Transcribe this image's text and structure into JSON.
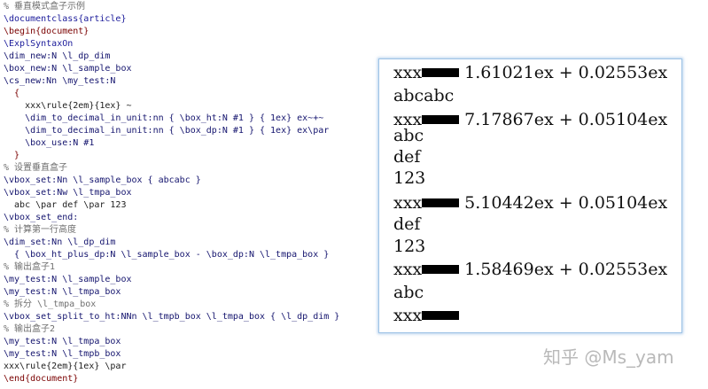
{
  "editor": {
    "lines": [
      {
        "text": "% 垂直模式盒子示例",
        "kind": "comment"
      },
      {
        "text": "\\documentclass{article}",
        "kind": "cmd"
      },
      {
        "text": "\\begin{document}",
        "kind": "keyword"
      },
      {
        "text": "\\ExplSyntaxOn",
        "kind": "cmd"
      },
      {
        "text": "\\dim_new:N \\l_dp_dim",
        "kind": "dim"
      },
      {
        "text": "\\box_new:N \\l_sample_box",
        "kind": "dim"
      },
      {
        "text": "\\cs_new:Nn \\my_test:N",
        "kind": "dim"
      },
      {
        "text": "  {",
        "kind": "keyword"
      },
      {
        "text": "    xxx\\rule{2em}{1ex} ~",
        "kind": "plain"
      },
      {
        "text": "    \\dim_to_decimal_in_unit:nn { \\box_ht:N #1 } { 1ex} ex~+~",
        "kind": "dim"
      },
      {
        "text": "    \\dim_to_decimal_in_unit:nn { \\box_dp:N #1 } { 1ex} ex\\par",
        "kind": "dim"
      },
      {
        "text": "    \\box_use:N #1",
        "kind": "dim"
      },
      {
        "text": "  }",
        "kind": "keyword"
      },
      {
        "text": "% 设置垂直盒子",
        "kind": "comment"
      },
      {
        "text": "\\vbox_set:Nn \\l_sample_box { abcabc }",
        "kind": "dim"
      },
      {
        "text": "\\vbox_set:Nw \\l_tmpa_box",
        "kind": "dim"
      },
      {
        "text": "  abc \\par def \\par 123",
        "kind": "plain"
      },
      {
        "text": "\\vbox_set_end:",
        "kind": "dim"
      },
      {
        "text": "% 计算第一行高度",
        "kind": "comment"
      },
      {
        "text": "\\dim_set:Nn \\l_dp_dim",
        "kind": "dim"
      },
      {
        "text": "  { \\box_ht_plus_dp:N \\l_sample_box - \\box_dp:N \\l_tmpa_box }",
        "kind": "dim"
      },
      {
        "text": "% 输出盒子1",
        "kind": "comment"
      },
      {
        "text": "\\my_test:N \\l_sample_box",
        "kind": "dim"
      },
      {
        "text": "\\my_test:N \\l_tmpa_box",
        "kind": "dim"
      },
      {
        "text": "% 拆分 \\l_tmpa_box",
        "kind": "comment"
      },
      {
        "text": "\\vbox_set_split_to_ht:NNn \\l_tmpb_box \\l_tmpa_box { \\l_dp_dim }",
        "kind": "dim"
      },
      {
        "text": "% 输出盒子2",
        "kind": "comment"
      },
      {
        "text": "\\my_test:N \\l_tmpa_box",
        "kind": "dim"
      },
      {
        "text": "\\my_test:N \\l_tmpb_box",
        "kind": "dim"
      },
      {
        "text": "xxx\\rule{2em}{1ex} \\par",
        "kind": "plain"
      },
      {
        "text": "\\end{document}",
        "kind": "keyword"
      }
    ]
  },
  "output": {
    "lines": [
      {
        "prefix": "xxx",
        "rule": true,
        "text": "1.61021ex + 0.02553ex"
      },
      {
        "prefix": "",
        "rule": false,
        "text": "abcabc"
      },
      {
        "prefix": "xxx",
        "rule": true,
        "text": "7.17867ex + 0.05104ex"
      },
      {
        "prefix": "",
        "rule": false,
        "text": "abc"
      },
      {
        "prefix": "",
        "rule": false,
        "text": "def"
      },
      {
        "prefix": "",
        "rule": false,
        "text": "123"
      },
      {
        "prefix": "xxx",
        "rule": true,
        "text": "5.10442ex + 0.05104ex"
      },
      {
        "prefix": "",
        "rule": false,
        "text": "def"
      },
      {
        "prefix": "",
        "rule": false,
        "text": "123"
      },
      {
        "prefix": "xxx",
        "rule": true,
        "text": "1.58469ex + 0.02553ex"
      },
      {
        "prefix": "",
        "rule": false,
        "text": "abc"
      },
      {
        "prefix": "xxx",
        "rule": true,
        "text": ""
      }
    ]
  },
  "watermark": "知乎 @Ms_yam",
  "colors": {
    "comment": "#6f6f6f",
    "keyword": "#7a0000",
    "command": "#1a1a9a",
    "panel_border": "#9ec3e6"
  }
}
